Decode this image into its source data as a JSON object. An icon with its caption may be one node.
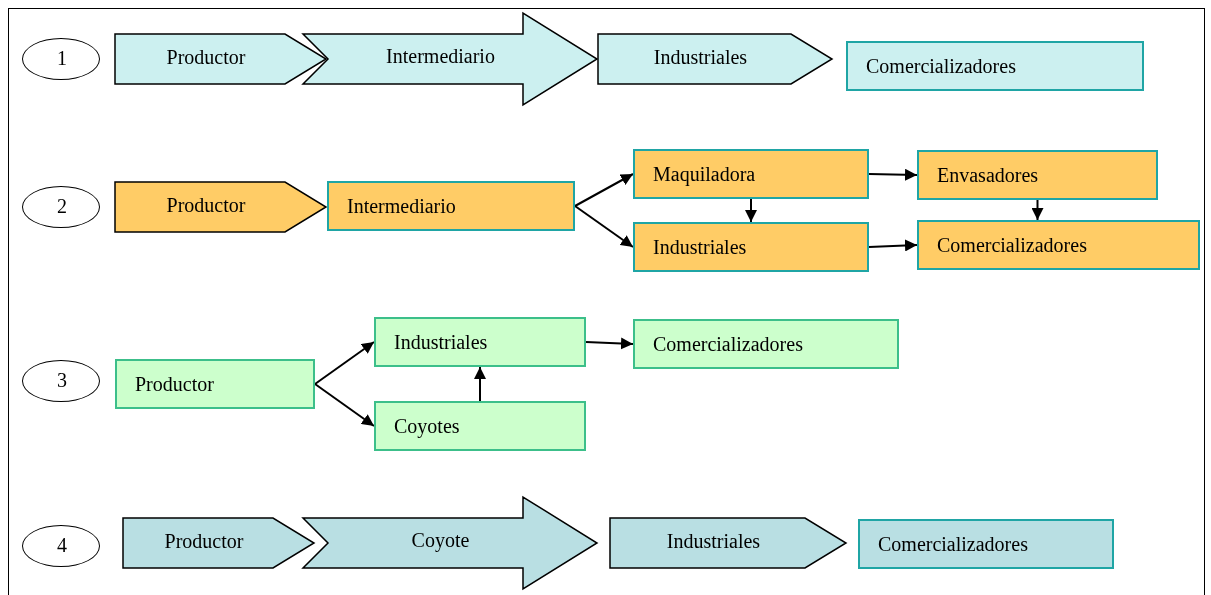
{
  "diagram": {
    "nodes": [
      {
        "text": [
          "1"
        ]
      },
      {
        "text": [
          "Productor"
        ]
      },
      {
        "text": [
          "Intermediario"
        ]
      },
      {
        "text": [
          "Industriales"
        ]
      },
      {
        "text": [
          "Comercializadores"
        ]
      },
      {
        "text": [
          "2"
        ]
      },
      {
        "text": [
          "Productor"
        ]
      },
      {
        "text": [
          "Intermediario"
        ]
      },
      {
        "text": [
          "Maquiladora"
        ]
      },
      {
        "text": [
          "Envasadores"
        ]
      },
      {
        "text": [
          "Industriales"
        ]
      },
      {
        "text": [
          "Comercializadores"
        ]
      },
      {
        "text": [
          "3"
        ]
      },
      {
        "text": [
          "Productor"
        ]
      },
      {
        "text": [
          "Industriales"
        ]
      },
      {
        "text": [
          "Comercializadores"
        ]
      },
      {
        "text": [
          "Coyotes"
        ]
      },
      {
        "text": [
          "4"
        ]
      },
      {
        "text": [
          "Productor"
        ]
      },
      {
        "text": [
          "Coyote"
        ]
      },
      {
        "text": [
          "Industriales"
        ]
      },
      {
        "text": [
          "Comercializadores"
        ]
      }
    ],
    "edges": [
      {
        "from": 7,
        "to": 8,
        "arrow": "to"
      },
      {
        "from": 7,
        "to": 10,
        "arrow": "to"
      },
      {
        "from": 8,
        "to": 9,
        "arrow": "to"
      },
      {
        "from": 8,
        "to": 10,
        "arrow": "to"
      },
      {
        "from": 9,
        "to": 11,
        "arrow": "to"
      },
      {
        "from": 10,
        "to": 11,
        "arrow": "to"
      },
      {
        "from": 13,
        "to": 14,
        "arrow": "to"
      },
      {
        "from": 13,
        "to": 16,
        "arrow": "to"
      },
      {
        "from": 16,
        "to": 14,
        "arrow": "to"
      },
      {
        "from": 14,
        "to": 15,
        "arrow": "to"
      }
    ]
  }
}
